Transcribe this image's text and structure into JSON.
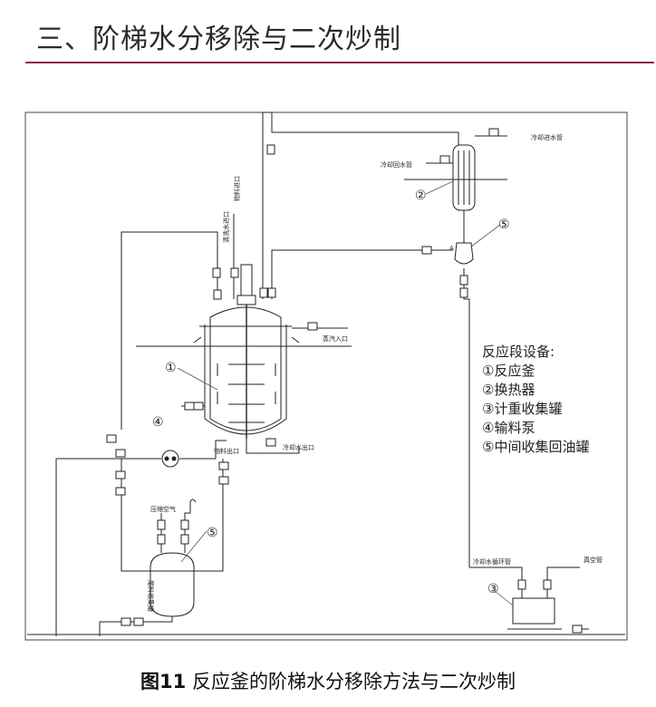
{
  "header": {
    "title": "三、阶梯水分移除与二次炒制",
    "accent_color": "#8e2744"
  },
  "diagram": {
    "labels": {
      "feed_inlet": "物料进口",
      "wash_water_inlet": "清洗水进口",
      "steam_inlet": "蒸汽入口",
      "cooling_water_outlet": "冷却水出口",
      "discharge_port": "物料出口",
      "cooling_return": "冷却回水管",
      "cooling_water_pipe": "冷却进水管",
      "compressed_air": "压缩空气",
      "tail_tank": "尾料收集罐",
      "cooling_circ_pipe": "冷却水循环管",
      "vacuum_pipe": "真空管",
      "marker_a": "A"
    },
    "markers": {
      "m1": "①",
      "m2": "②",
      "m3": "③",
      "m4": "④",
      "m5a": "⑤",
      "m5b": "⑤"
    }
  },
  "legend": {
    "title": "反应段设备:",
    "items": [
      "①反应釜",
      "②换热器",
      "③计重收集罐",
      "④输料泵",
      "⑤中间收集回油罐"
    ]
  },
  "caption": {
    "label": "图11",
    "text": "反应釜的阶梯水分移除方法与二次炒制"
  }
}
